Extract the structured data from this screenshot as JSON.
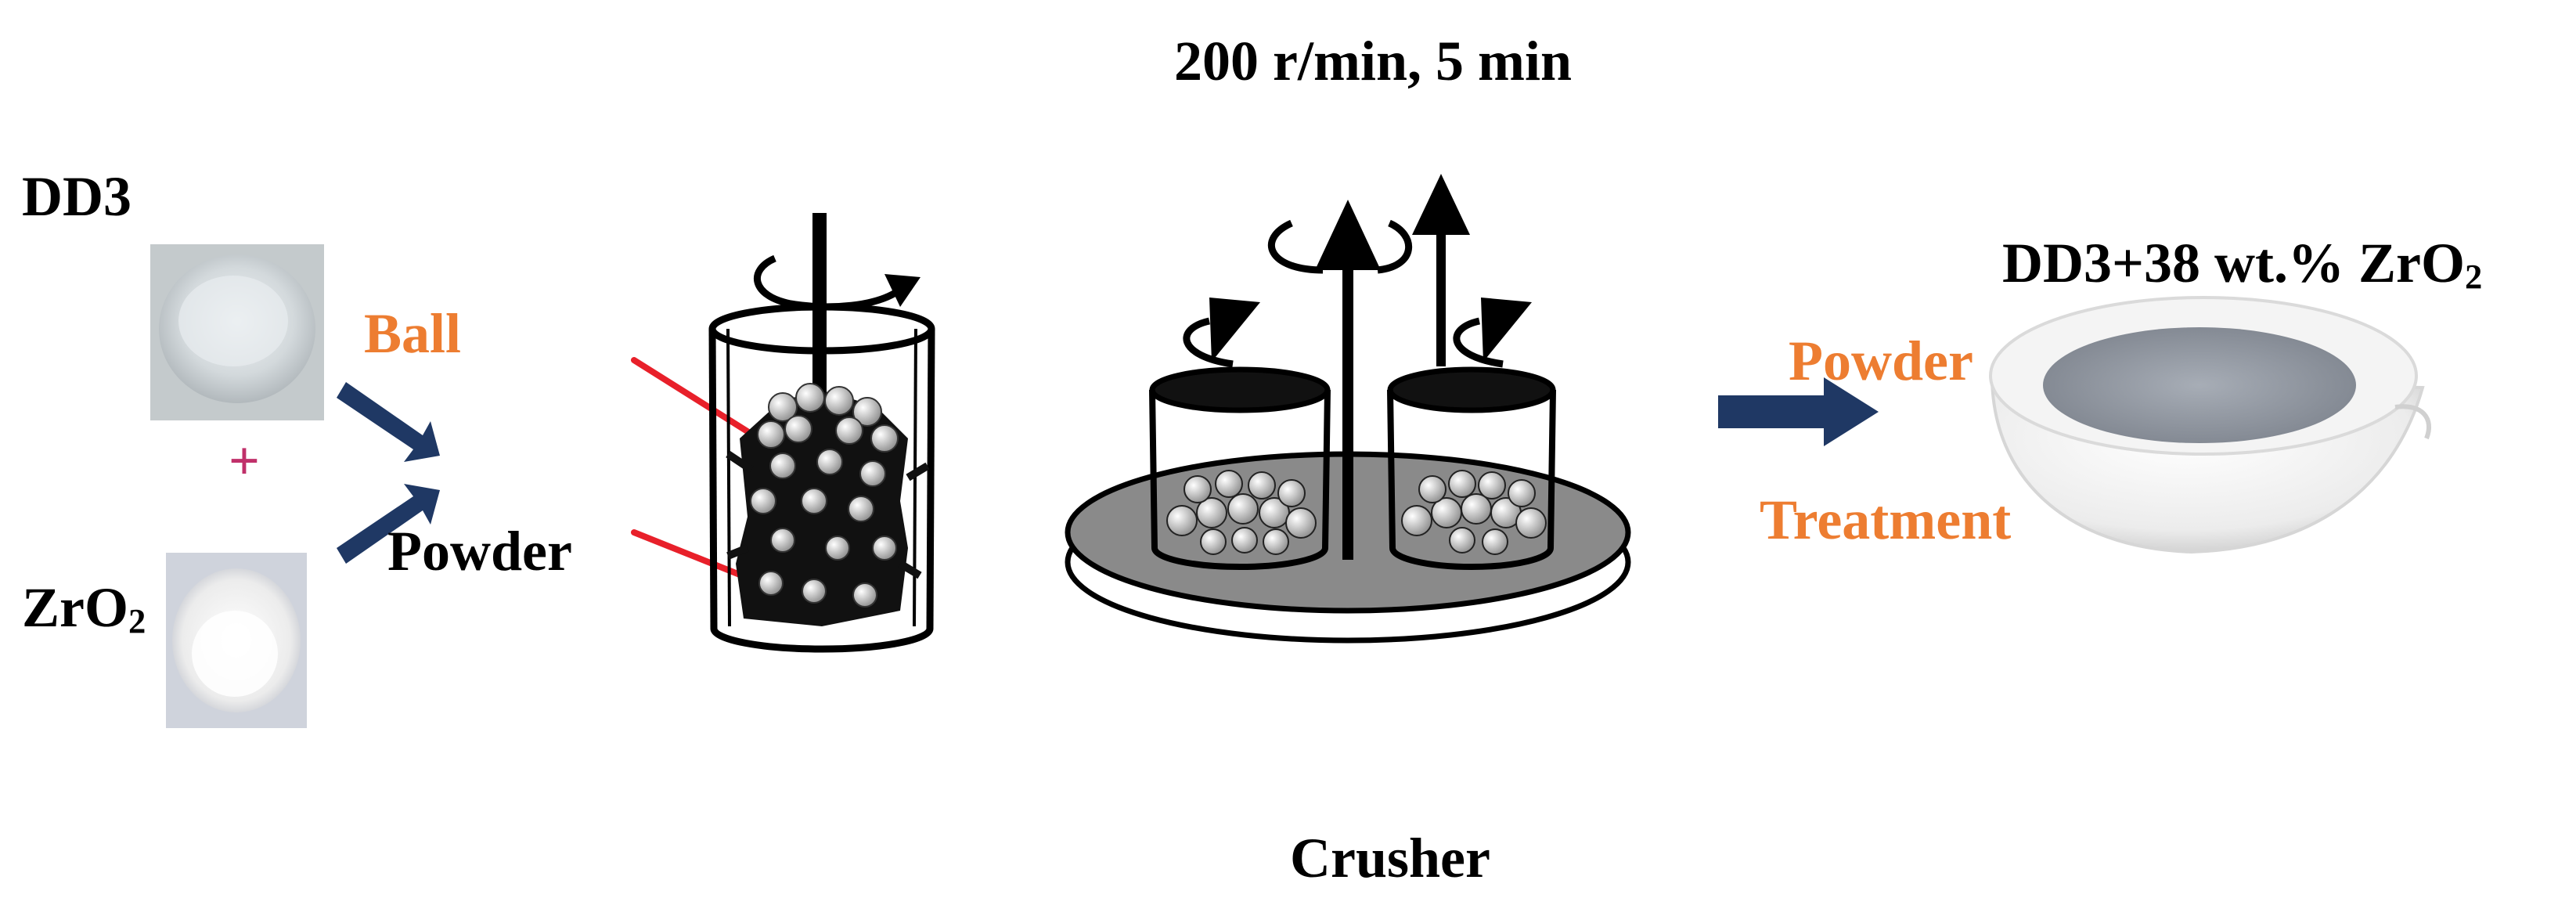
{
  "labels": {
    "dd3": "DD3",
    "zro2_main": "ZrO",
    "zro2_sub": "2",
    "plus": "+",
    "ball": "Ball",
    "powder_left": "Powder",
    "speed": "200 r/min, 5 min",
    "crusher": "Crusher",
    "powder_right": "Powder",
    "treatment": "Treatment",
    "product_main": "DD3+38 wt.% ZrO",
    "product_sub": "2"
  },
  "colors": {
    "text": "#000000",
    "accent_orange": "#ed7d31",
    "arrow_navy": "#1f3864",
    "pointer_red": "#e8202a",
    "plate_gray": "#8a8a8a"
  }
}
